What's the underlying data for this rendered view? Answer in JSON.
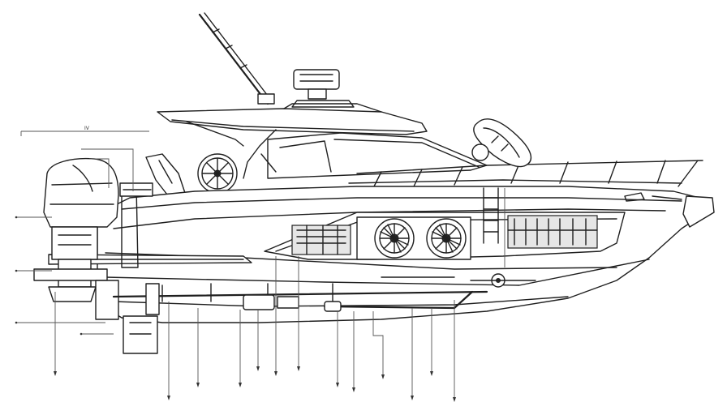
{
  "diagram": {
    "top_callout_text": "IV",
    "colors": {
      "line": "#1f1f1f",
      "leader": "#555555",
      "background": "#ffffff",
      "shade": "#e6e6e6"
    },
    "callout_count_left": 7,
    "callout_count_bottom": 14
  }
}
